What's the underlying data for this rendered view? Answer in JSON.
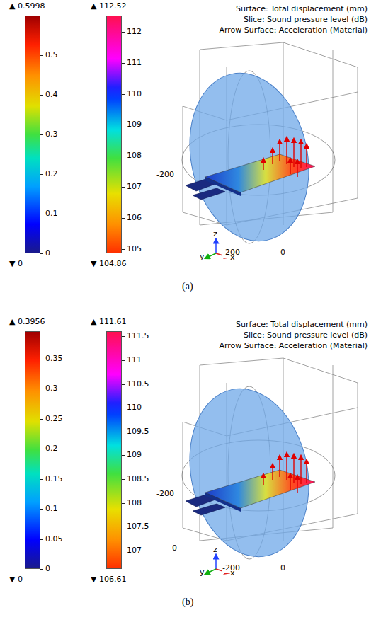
{
  "diagram": {
    "labels": [
      "Surface: Total displacement (mm)",
      "Slice: Sound pressure level (dB)",
      "Arrow Surface: Acceleration (Material)",
      "▲ 0.5998",
      "0.5",
      "0.4",
      "0.3",
      "0.2",
      "0.1",
      "0",
      "▼ 0",
      "▲ 112.52",
      "112",
      "111",
      "110",
      "109",
      "108",
      "107",
      "106",
      "105",
      "▼ 104.86",
      "-200",
      "-200",
      "0",
      "y",
      "z",
      "x",
      "(a)",
      "Surface: Total displacement (mm)",
      "Slice: Sound pressure level (dB)",
      "Arrow Surface: Acceleration (Material)",
      "▲ 0.3956",
      "0.35",
      "0.3",
      "0.25",
      "0.2",
      "0.15",
      "0.1",
      "0.05",
      "0",
      "▼ 0",
      "▲ 111.61",
      "111.5",
      "111",
      "110.5",
      "110",
      "109.5",
      "109",
      "108.5",
      "108",
      "107.5",
      "107",
      "▼ 106.61",
      "-200",
      "-200",
      "0",
      "0",
      "y",
      "z",
      "x",
      "(b)"
    ]
  }
}
